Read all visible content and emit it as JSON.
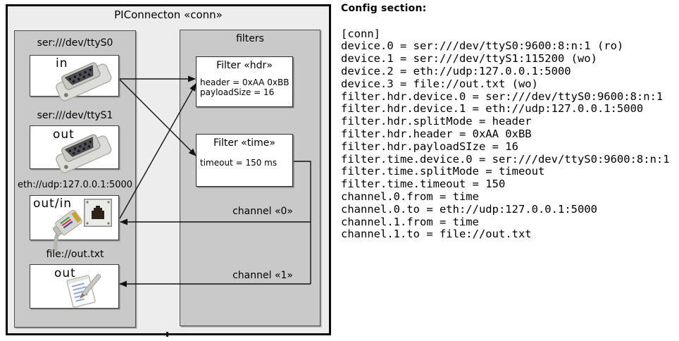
{
  "palette": {
    "outer_background": "#ededed",
    "panel_background": "#c9c9c9",
    "line_color": "#111111"
  },
  "diagram": {
    "title": "PIConnecton «conn»",
    "filters_title": "filters",
    "devices": [
      {
        "url": "ser:///dev/ttyS0",
        "direction": "in",
        "icon": "serial-connector-icon"
      },
      {
        "url": "ser:///dev/ttyS1",
        "direction": "out",
        "icon": "serial-connector-icon"
      },
      {
        "url": "eth://udp:127.0.0.1:5000",
        "direction": "out/in",
        "icon": "ethernet-connector-icon"
      },
      {
        "url": "file://out.txt",
        "direction": "out",
        "icon": "notepad-icon"
      }
    ],
    "filters": [
      {
        "title": "Filter «hdr»",
        "params": [
          "header = 0xAA 0xBB",
          "payloadSize = 16"
        ]
      },
      {
        "title": "Filter «time»",
        "params": [
          "timeout = 150 ms"
        ]
      }
    ],
    "channels": [
      {
        "label": "channel «0»"
      },
      {
        "label": "channel «1»"
      }
    ]
  },
  "config": {
    "heading": "Config section:",
    "lines": [
      "[conn]",
      "device.0 = ser:///dev/ttyS0:9600:8:n:1 (ro)",
      "device.1 = ser:///dev/ttyS1:115200 (wo)",
      "device.2 = eth://udp:127.0.0.1:5000",
      "device.3 = file://out.txt (wo)",
      "filter.hdr.device.0 = ser:///dev/ttyS0:9600:8:n:1",
      "filter.hdr.device.1 = eth://udp:127.0.0.1:5000",
      "filter.hdr.splitMode = header",
      "filter.hdr.header = 0xAA 0xBB",
      "filter.hdr.payloadSIze = 16",
      "filter.time.device.0 = ser:///dev/ttyS0:9600:8:n:1",
      "filter.time.splitMode = timeout",
      "filter.time.timeout = 150",
      "channel.0.from = time",
      "channel.0.to = eth://udp:127.0.0.1:5000",
      "channel.1.from = time",
      "channel.1.to = file://out.txt"
    ]
  }
}
